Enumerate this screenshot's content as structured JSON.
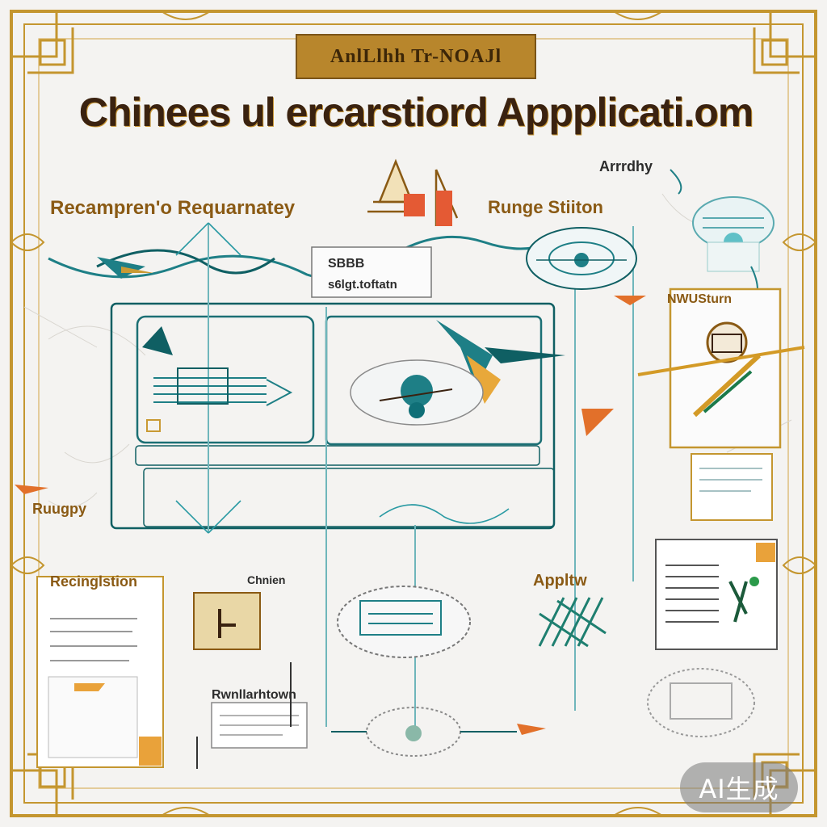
{
  "banner": {
    "text": "AnlLlhh Tr-NOAJl"
  },
  "title": "Chinees ul ercarstiord Appplicati.om",
  "labels": {
    "top_left": "Recampren'o Requarnatey",
    "top_right": "Runge Stiiton",
    "corner_right": "Arrrdhy",
    "form_top": "SBBB",
    "form_bottom": "s6lgt.toftatn",
    "right_panel": "NWUSturn",
    "left_side": "Ruugpy",
    "bottom_left_title": "Recinglstion",
    "bottom_mid": "Chnien",
    "bottom_right_label": "Appltw",
    "bottom_center": "Rwnllarhtown"
  },
  "watermark": "AI生成",
  "colors": {
    "gold": "#b8862c",
    "teal": "#1e7f86",
    "dark_teal": "#0f5f63",
    "orange": "#e2702a",
    "ink": "#3a2210"
  }
}
